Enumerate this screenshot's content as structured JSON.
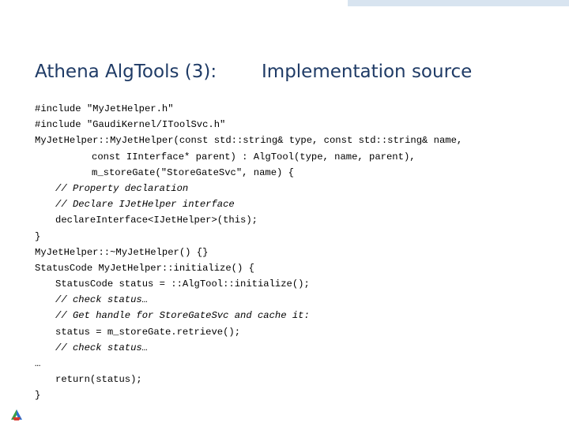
{
  "slide": {
    "title_left": "Athena AlgTools (3):",
    "title_right": "Implementation source"
  },
  "code_lines": [
    "#include \"MyJetHelper.h\"",
    "#include \"GaudiKernel/IToolSvc.h\"",
    "MyJetHelper::MyJetHelper(const std::string& type, const std::string& name,",
    "const IInterface* parent) : AlgTool(type, name, parent),",
    "m_storeGate(\"StoreGateSvc\", name) {",
    "// Property declaration",
    "// Declare IJetHelper interface",
    "declareInterface<IJetHelper>(this);",
    "}",
    "MyJetHelper::~MyJetHelper() {}",
    "StatusCode MyJetHelper::initialize() {",
    "StatusCode status = ::AlgTool::initialize();",
    "// check status…",
    "// Get handle for StoreGateSvc and cache it:",
    "status = m_storeGate.retrieve();",
    "// check status…",
    "…",
    "return(status);",
    "}"
  ],
  "colors": {
    "title": "#1f3b66",
    "band": "#d8e4f0",
    "logo_green": "#3aa04a",
    "logo_blue": "#2a6fd1",
    "logo_red": "#d63a2f"
  },
  "logo_icon": "atlas-logo-icon"
}
